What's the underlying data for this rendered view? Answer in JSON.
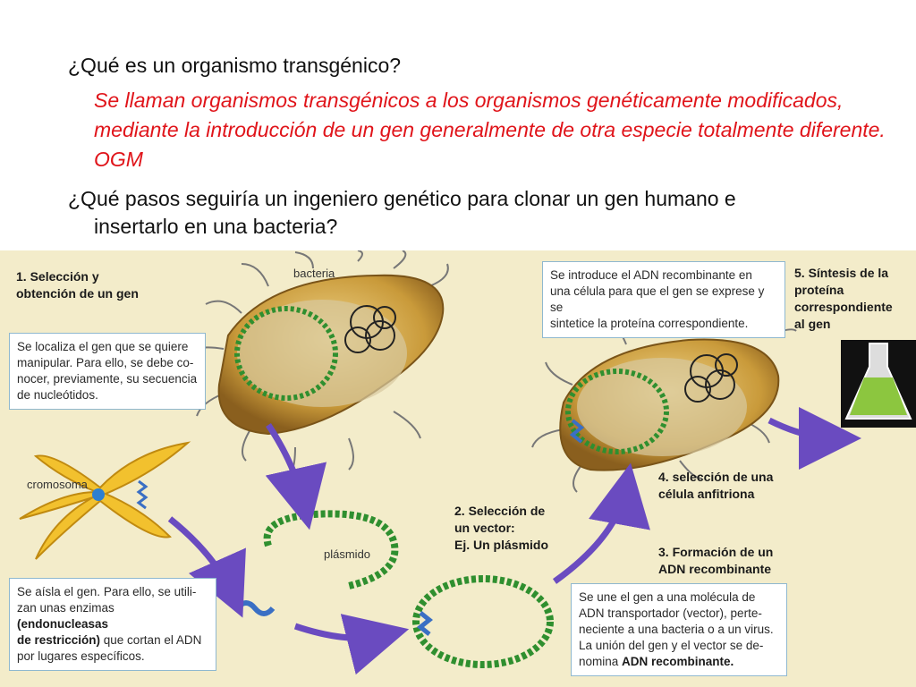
{
  "slide": {
    "question1": "¿Qué es un organismo transgénico?",
    "answer": "Se llaman organismos transgénicos a los organismos genéticamente modificados, mediante la introducción de un gen generalmente de otra especie totalmente diferente. OGM",
    "question2_line1": "¿Qué pasos seguiría un ingeniero genético para clonar un gen humano e",
    "question2_line2": "insertarlo en una bacteria?"
  },
  "diagram": {
    "step1_title_line1": "1. Selección y",
    "step1_title_line2": "obtención de un gen",
    "step1_box": [
      "Se localiza el gen que se quiere",
      "manipular. Para ello, se debe co-",
      "nocer, previamente, su secuencia",
      "de nucleótidos."
    ],
    "label_bacteria": "bacteria",
    "label_cromosoma": "cromosoma",
    "label_plasmido": "plásmido",
    "step2_title": [
      "2. Selección de",
      "un vector:",
      "Ej. Un plásmido"
    ],
    "step3_title": [
      "3. Formación de un",
      "ADN recombinante"
    ],
    "step3_box_lines": [
      "Se une el gen a una molécula de",
      "ADN transportador (vector), perte-",
      "neciente a una bacteria o a un virus.",
      "La unión del gen y el vector se de-"
    ],
    "step3_box_last_prefix": "nomina ",
    "step3_box_last_bold": "ADN recombinante.",
    "step4_title": [
      "4. selección de una",
      "célula anfitriona"
    ],
    "step4_box": [
      "Se introduce el ADN recombinante en",
      "una célula para que el gen se exprese y se",
      "sintetice la proteína correspondiente."
    ],
    "step5_title": [
      "5. Síntesis de la",
      "proteína",
      "correspondiente",
      "al gen"
    ],
    "isolate_box_line1": "Se aísla el gen. Para ello, se utili-",
    "isolate_box_line2_prefix": "zan unas enzimas ",
    "isolate_box_line2_bold": "(endonucleasas",
    "isolate_box_line3_bold": "de restricción)",
    "isolate_box_line3_suffix": " que cortan el ADN",
    "isolate_box_line4": "por lugares específicos."
  },
  "colors": {
    "answer_red": "#e0141a",
    "diagram_bg": "#f3ecca",
    "bacteria_body": "#c99a3a",
    "dna_green": "#2f8f2f",
    "gene_blue": "#3a6fc4",
    "arrow_purple": "#6a4bc0",
    "chromosome_yellow": "#f2c12e",
    "flask_liquid": "#8cc63f"
  }
}
